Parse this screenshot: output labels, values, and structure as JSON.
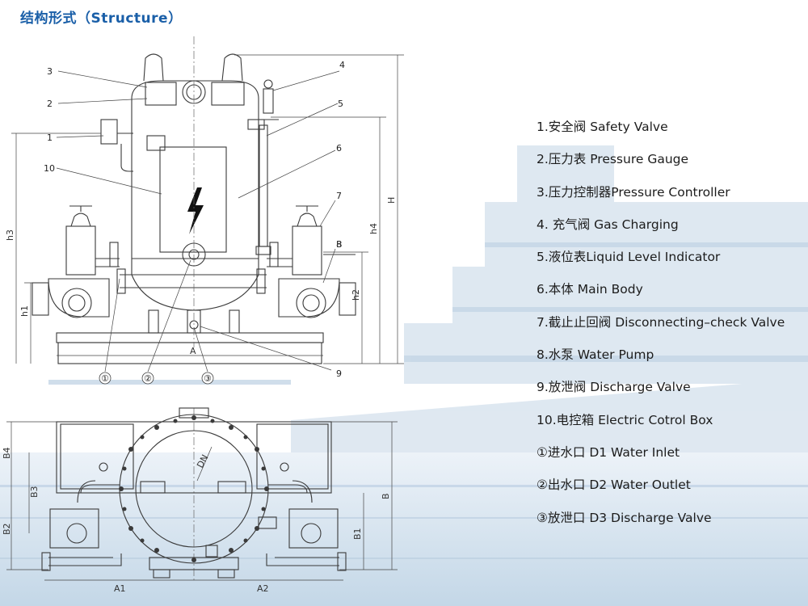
{
  "title": "结构形式（Structure）",
  "callouts": {
    "c1": "1",
    "c2": "2",
    "c3": "3",
    "c4": "4",
    "c5": "5",
    "c6": "6",
    "c7": "7",
    "c8": "8",
    "c9": "9",
    "c10": "10",
    "port1": "①",
    "port2": "②",
    "port3": "③"
  },
  "dimensions": {
    "A": "A",
    "B": "B",
    "H": "H",
    "h1": "h1",
    "h2": "h2",
    "h3": "h3",
    "h4": "h4",
    "A1": "A1",
    "A2": "A2",
    "B1": "B1",
    "B2": "B2",
    "B3": "B3",
    "B4": "B4",
    "DN": "DN"
  },
  "legend": [
    "1.安全阀 Safety Valve",
    "2.压力表 Pressure Gauge",
    "3.压力控制器Pressure Controller",
    "4. 充气阀 Gas Charging",
    "5.液位表Liquid Level Indicator",
    "6.本体 Main Body",
    "7.截止止回阀 Disconnecting–check Valve",
    "8.水泵 Water Pump",
    "9.放泄阀 Discharge Valve",
    "10.电控箱 Electric Cotrol Box",
    "①进水口 D1 Water Inlet",
    "②出水口 D2 Water Outlet",
    "③放泄口 D3 Discharge Valve"
  ],
  "colors": {
    "title": "#1a5fa8",
    "ink": "#3a3a3a",
    "ship_tint": "#c9d9e8",
    "sea": "#b8cfe2"
  }
}
